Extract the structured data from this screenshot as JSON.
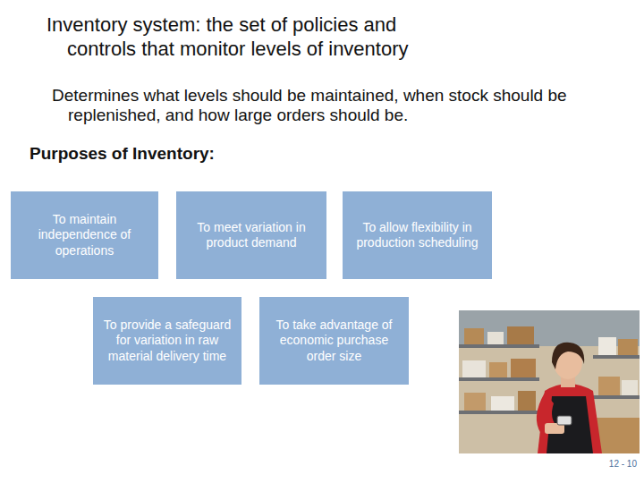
{
  "diagram": {
    "title": "Inventory system: the set of policies and controls that monitor levels of inventory",
    "nodes": [
      {
        "text": [
          "To maintain independence of operations"
        ]
      },
      {
        "text": [
          "To meet variation in product demand"
        ]
      },
      {
        "text": [
          "To allow flexibility in production scheduling"
        ]
      },
      {
        "text": [
          "To provide a safeguard for variation in raw material delivery time"
        ]
      },
      {
        "text": [
          "To take advantage of economic purchase order size"
        ]
      }
    ],
    "labels": [
      "Determines what levels should be maintained, when stock should be replenished, and how large orders should be.",
      "Purposes of Inventory:",
      "12 - 10"
    ]
  }
}
